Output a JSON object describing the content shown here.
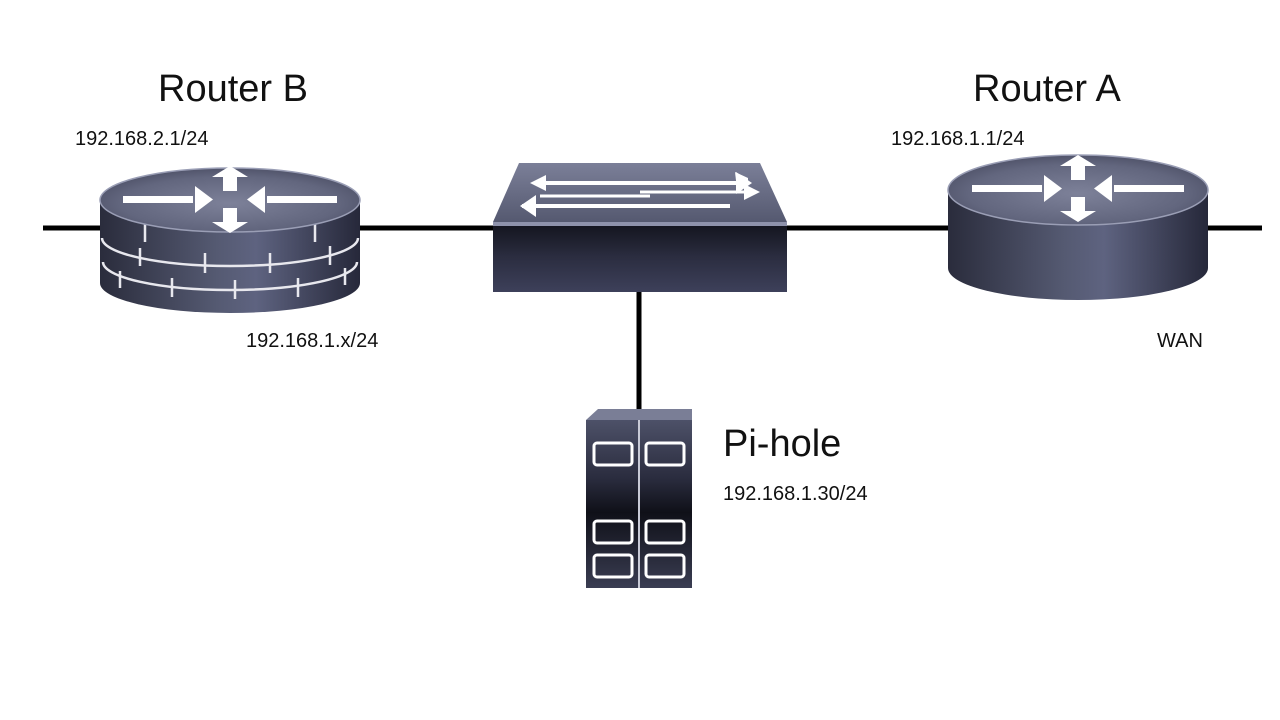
{
  "router_b": {
    "title": "Router B",
    "lan_address": "192.168.2.1/24",
    "wan_address": "192.168.1.x/24"
  },
  "router_a": {
    "title": "Router A",
    "lan_address": "192.168.1.1/24",
    "wan_label": "WAN"
  },
  "pihole": {
    "title": "Pi-hole",
    "address": "192.168.1.30/24"
  },
  "icons": {
    "router_b": "firewall-router-icon",
    "router_a": "router-icon",
    "switch": "switch-icon",
    "pihole": "server-icon"
  },
  "colors": {
    "link": "#000000",
    "device_body": "#3a3d52",
    "device_top": "#8a8ea6",
    "text": "#111111"
  }
}
